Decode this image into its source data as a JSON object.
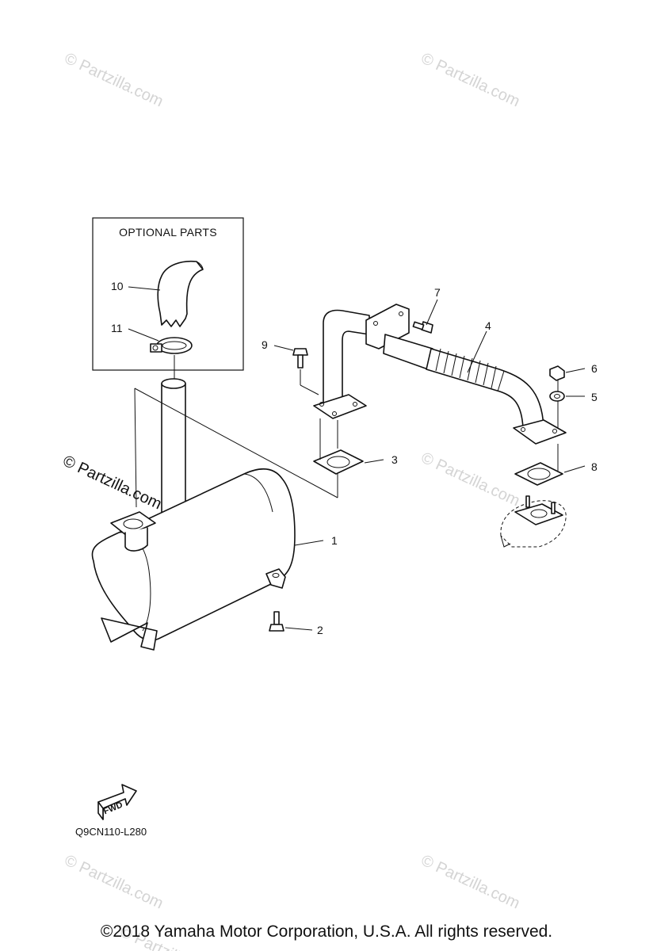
{
  "optional_box": {
    "title": "OPTIONAL PARTS"
  },
  "callouts": [
    "1",
    "2",
    "3",
    "4",
    "5",
    "6",
    "7",
    "8",
    "9",
    "10",
    "11"
  ],
  "watermarks": [
    "© Partzilla.com",
    "© Partzilla.com",
    "© Partzilla.com",
    "© Partzilla.com",
    "© Partzilla.com",
    "© Partzilla.com",
    "© Partzilla.com"
  ],
  "fwd_label": "FWD",
  "diagram_code": "Q9CN110-L280",
  "copyright": "©2018  Yamaha Motor Corporation, U.S.A. All rights reserved."
}
